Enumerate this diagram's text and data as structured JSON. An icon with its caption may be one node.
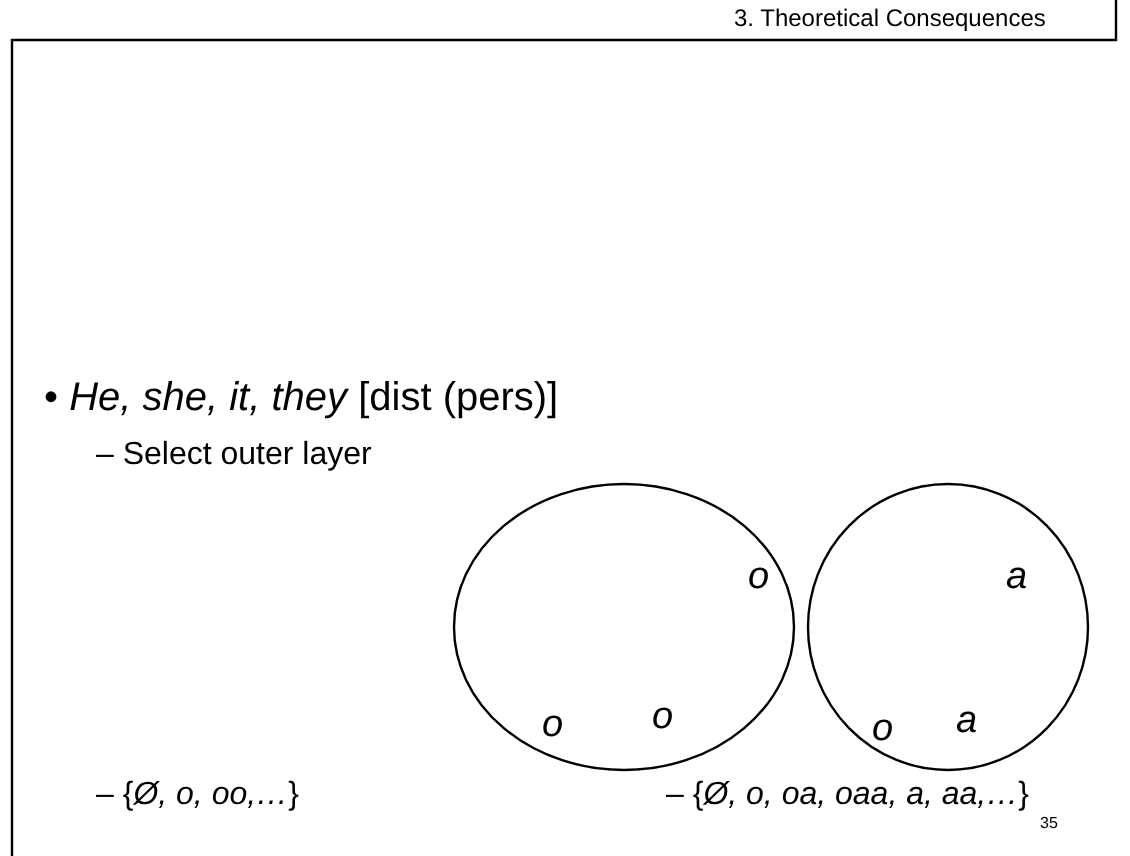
{
  "diagram": {
    "nodes": [
      {
        "text": [
          "o",
          "o",
          "o"
        ]
      },
      {
        "text": [
          "a",
          "o",
          "a"
        ]
      }
    ],
    "edges": [],
    "labels": [
      "3. Theoretical Consequences",
      "•  *He, she, it, they*    [dist (pers)]",
      "– Select outer layer",
      "– {*Ø, o, oo,…*}",
      "– {*Ø, o, oa, oaa, a, aa,…*}",
      "35"
    ]
  }
}
